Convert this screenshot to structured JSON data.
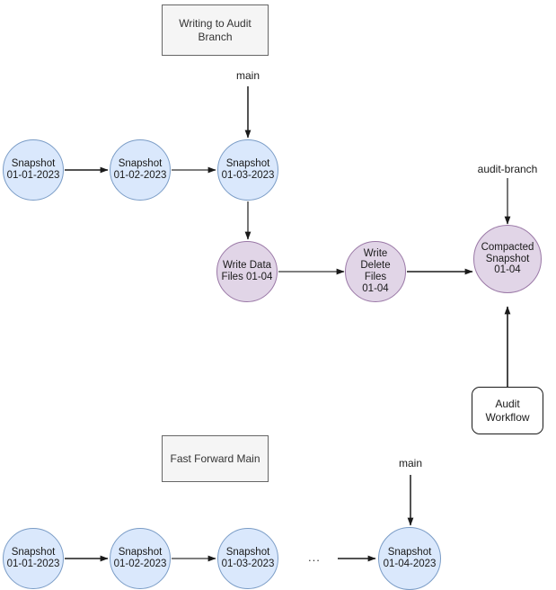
{
  "diagram": {
    "title_top": "Writing to Audit Branch",
    "title_bottom": "Fast Forward Main",
    "ellipsis": "...",
    "groups": [
      {
        "id": "writing-to-audit-branch",
        "label": "Writing to Audit Branch"
      },
      {
        "id": "fast-forward-main",
        "label": "Fast Forward Main"
      }
    ],
    "branch_labels": [
      {
        "id": "main-top",
        "text": "main"
      },
      {
        "id": "audit-branch",
        "text": "audit-branch"
      },
      {
        "id": "main-bottom",
        "text": "main"
      }
    ],
    "nodes": {
      "top_snapshots": [
        {
          "id": "snapshot-01-01-2023-top",
          "label": "Snapshot\n01-01-2023",
          "fill": "#dae8fc",
          "stroke": "#7a9cc6"
        },
        {
          "id": "snapshot-01-02-2023-top",
          "label": "Snapshot\n01-02-2023",
          "fill": "#dae8fc",
          "stroke": "#7a9cc6"
        },
        {
          "id": "snapshot-01-03-2023-top",
          "label": "Snapshot\n01-03-2023",
          "fill": "#dae8fc",
          "stroke": "#7a9cc6"
        }
      ],
      "audit_chain": [
        {
          "id": "write-data-files-01-04",
          "label": "Write Data\nFiles 01-04",
          "fill": "#e1d5e7",
          "stroke": "#9a78a6"
        },
        {
          "id": "write-delete-files-01-04",
          "label": "Write\nDelete Files\n01-04",
          "fill": "#e1d5e7",
          "stroke": "#9a78a6"
        },
        {
          "id": "compacted-snapshot-01-04",
          "label": "Compacted\nSnapshot\n01-04",
          "fill": "#e1d5e7",
          "stroke": "#9a78a6"
        }
      ],
      "audit_workflow": {
        "id": "audit-workflow",
        "label": "Audit\nWorkflow"
      },
      "bottom_snapshots": [
        {
          "id": "snapshot-01-01-2023-bottom",
          "label": "Snapshot\n01-01-2023",
          "fill": "#dae8fc",
          "stroke": "#7a9cc6"
        },
        {
          "id": "snapshot-01-02-2023-bottom",
          "label": "Snapshot\n01-02-2023",
          "fill": "#dae8fc",
          "stroke": "#7a9cc6"
        },
        {
          "id": "snapshot-01-03-2023-bottom",
          "label": "Snapshot\n01-03-2023",
          "fill": "#dae8fc",
          "stroke": "#7a9cc6"
        },
        {
          "id": "snapshot-01-04-2023-bottom",
          "label": "Snapshot\n01-04-2023",
          "fill": "#dae8fc",
          "stroke": "#7a9cc6"
        }
      ]
    },
    "edges": [
      {
        "id": "edge-top-1-2",
        "from": "snapshot-01-01-2023-top",
        "to": "snapshot-01-02-2023-top"
      },
      {
        "id": "edge-top-2-3",
        "from": "snapshot-01-02-2023-top",
        "to": "snapshot-01-03-2023-top"
      },
      {
        "id": "edge-main-to-snapshot-01-03",
        "from": "main-top",
        "to": "snapshot-01-03-2023-top"
      },
      {
        "id": "edge-snapshot-01-03-to-write-data",
        "from": "snapshot-01-03-2023-top",
        "to": "write-data-files-01-04"
      },
      {
        "id": "edge-write-data-to-write-delete",
        "from": "write-data-files-01-04",
        "to": "write-delete-files-01-04"
      },
      {
        "id": "edge-write-delete-to-compacted",
        "from": "write-delete-files-01-04",
        "to": "compacted-snapshot-01-04"
      },
      {
        "id": "edge-audit-branch-to-compacted",
        "from": "audit-branch",
        "to": "compacted-snapshot-01-04"
      },
      {
        "id": "edge-audit-workflow-to-compacted",
        "from": "audit-workflow",
        "to": "compacted-snapshot-01-04"
      },
      {
        "id": "edge-bottom-1-2",
        "from": "snapshot-01-01-2023-bottom",
        "to": "snapshot-01-02-2023-bottom"
      },
      {
        "id": "edge-bottom-2-3",
        "from": "snapshot-01-02-2023-bottom",
        "to": "snapshot-01-03-2023-bottom"
      },
      {
        "id": "edge-ellipsis-to-snapshot-01-04",
        "from": "ellipsis",
        "to": "snapshot-01-04-2023-bottom"
      },
      {
        "id": "edge-main-to-snapshot-01-04",
        "from": "main-bottom",
        "to": "snapshot-01-04-2023-bottom"
      }
    ],
    "colors": {
      "snapshot_fill": "#dae8fc",
      "snapshot_stroke": "#7a9cc6",
      "audit_fill": "#e1d5e7",
      "audit_stroke": "#9a78a6",
      "group_fill": "#f5f5f5",
      "group_stroke": "#666666",
      "edge_stroke": "#1a1a1a",
      "canvas": "#ffffff"
    }
  }
}
